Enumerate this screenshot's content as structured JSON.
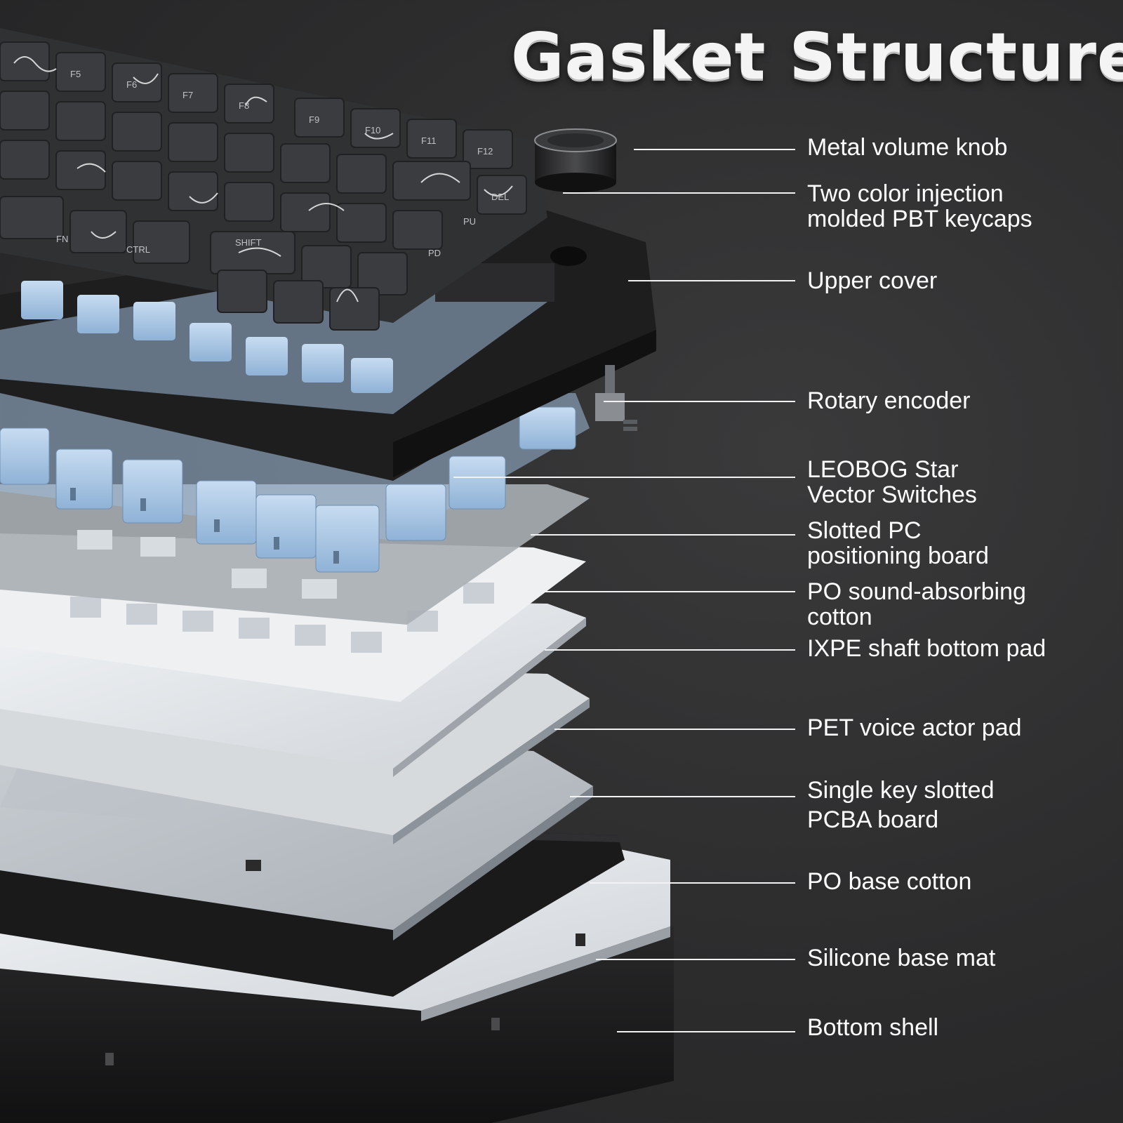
{
  "title": "Gasket Structure",
  "layers": [
    {
      "id": "metal-volume-knob",
      "line1": "Metal volume knob",
      "line2": ""
    },
    {
      "id": "pbt-keycaps",
      "line1": "Two color injection",
      "line2": "molded PBT keycaps"
    },
    {
      "id": "upper-cover",
      "line1": "Upper cover",
      "line2": ""
    },
    {
      "id": "rotary-encoder",
      "line1": "Rotary encoder",
      "line2": ""
    },
    {
      "id": "switches",
      "line1": "LEOBOG Star",
      "line2": "Vector Switches"
    },
    {
      "id": "positioning-board",
      "line1": "Slotted PC",
      "line2": "positioning board"
    },
    {
      "id": "po-cotton",
      "line1": "PO sound-absorbing",
      "line2": "cotton"
    },
    {
      "id": "ixpe-pad",
      "line1": "IXPE shaft bottom pad",
      "line2": ""
    },
    {
      "id": "pet-pad",
      "line1": "PET voice actor pad",
      "line2": ""
    },
    {
      "id": "pcba-board",
      "line1": "Single key slotted",
      "line2": "PCBA board"
    },
    {
      "id": "po-base-cotton",
      "line1": "PO base cotton",
      "line2": ""
    },
    {
      "id": "silicone-mat",
      "line1": "Silicone base mat",
      "line2": ""
    },
    {
      "id": "bottom-shell",
      "line1": "Bottom shell",
      "line2": ""
    }
  ],
  "keycap_legends": [
    "F5",
    "F6",
    "F7",
    "F8",
    "F9",
    "F10",
    "F11",
    "F12",
    "DEL",
    "PU",
    "PD",
    "FN",
    "CTRL",
    "SHIFT"
  ],
  "colors": {
    "background": "#2c2c2d",
    "keycap": "#3a3c3f",
    "switch": "#a9c7e6",
    "plate_light": "#e4e7ea",
    "shell": "#1c1c1d",
    "leader_line": "#f2f2f2",
    "text": "#ffffff"
  }
}
